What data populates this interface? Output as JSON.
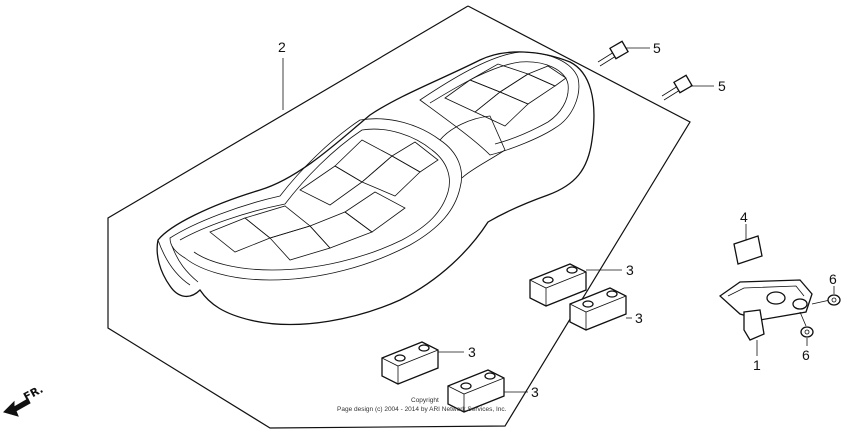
{
  "callouts": {
    "seat": "2",
    "bolt_upper": "5",
    "bolt_lower": "5",
    "label": "4",
    "cushion_1": "3",
    "cushion_2": "3",
    "cushion_3": "3",
    "cushion_4": "3",
    "lock_key": "1",
    "nut_upper": "6",
    "nut_lower": "6"
  },
  "direction_label": "FR.",
  "copyright": {
    "line1": "Copyright",
    "line2": "Page design (c) 2004 - 2014 by ARI Network Services, Inc."
  }
}
